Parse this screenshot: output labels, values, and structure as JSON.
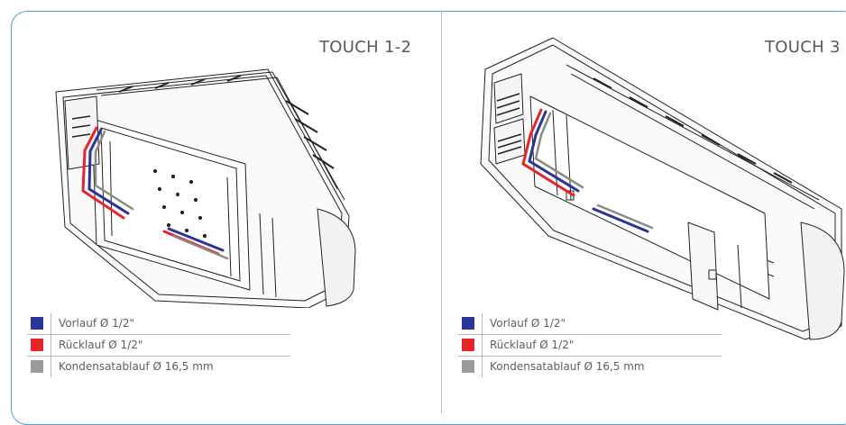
{
  "panels": [
    {
      "title": "TOUCH 1-2",
      "legend": [
        {
          "label": "Vorlauf Ø 1/2\"",
          "color": "#2b3595"
        },
        {
          "label": "Rücklauf Ø 1/2\"",
          "color": "#e8232a"
        },
        {
          "label": "Kondensatablauf Ø 16,5 mm",
          "color": "#9a9a9a"
        }
      ]
    },
    {
      "title": "TOUCH 3",
      "legend": [
        {
          "label": "Vorlauf Ø 1/2\"",
          "color": "#2b3595"
        },
        {
          "label": "Rücklauf Ø 1/2\"",
          "color": "#e8232a"
        },
        {
          "label": "Kondensatablauf Ø 16,5 mm",
          "color": "#9a9a9a"
        }
      ]
    }
  ],
  "colors": {
    "frame": "#4aa3d6",
    "supply": "#2b3595",
    "return": "#e8232a",
    "condensate": "#9a9a9a"
  }
}
